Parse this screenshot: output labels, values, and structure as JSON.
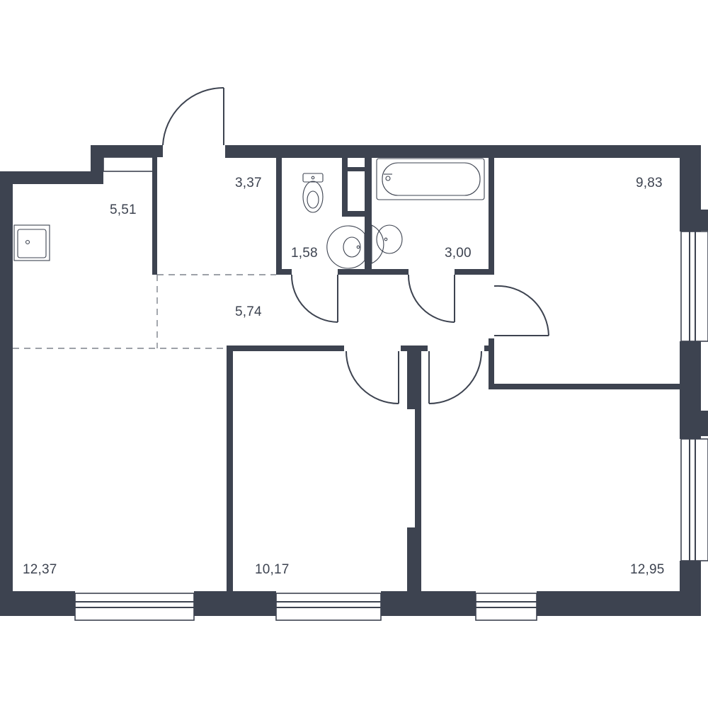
{
  "plan": {
    "rooms": [
      {
        "id": "kitchen",
        "area": "5,51"
      },
      {
        "id": "hall",
        "area": "3,37"
      },
      {
        "id": "wc",
        "area": "1,58"
      },
      {
        "id": "bathroom",
        "area": "3,00"
      },
      {
        "id": "bedroom-top-right",
        "area": "9,83"
      },
      {
        "id": "corridor",
        "area": "5,74"
      },
      {
        "id": "living-left",
        "area": "12,37"
      },
      {
        "id": "bedroom-middle",
        "area": "10,17"
      },
      {
        "id": "bedroom-bottom-right",
        "area": "12,95"
      }
    ],
    "colors": {
      "wall": "#3d4350",
      "background": "#ffffff"
    }
  }
}
